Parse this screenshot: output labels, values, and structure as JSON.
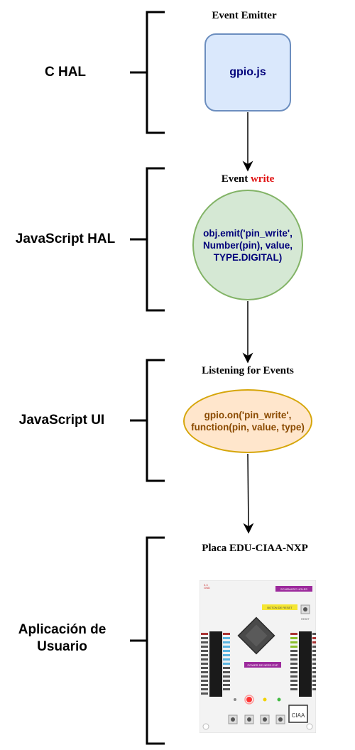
{
  "layers": {
    "c_hal": "C HAL",
    "js_hal": "JavaScript HAL",
    "js_ui": "JavaScript UI",
    "app_line1": "Aplicación de",
    "app_line2": "Usuario"
  },
  "titles": {
    "event_emitter": "Event Emitter",
    "event_prefix": "Event",
    "event_word": "write",
    "listening": "Listening for Events",
    "board": "Placa EDU-CIAA-NXP"
  },
  "nodes": {
    "gpio": "gpio.js",
    "emit_line1": "obj.emit('pin_write',",
    "emit_line2": "Number(pin), value,",
    "emit_line3": "TYPE.DIGITAL)",
    "on_line1": "gpio.on('pin_write',",
    "on_line2": "function(pin, value, type)"
  },
  "colors": {
    "rect_fill": "#dae8fc",
    "rect_stroke": "#6c8ebf",
    "circle_fill": "#d5e8d4",
    "circle_stroke": "#82b366",
    "ellipse_fill": "#ffe6cc",
    "ellipse_stroke": "#d6a60a",
    "highlight_word": "#e01010"
  },
  "board": {
    "ciaa_label": "CIAA",
    "tag_top": "SCHEMATIC HOLES",
    "tag_reset": "BOTON DE RESET",
    "tag_power": "POWER DE NEED EXP",
    "reset_label": "RESET"
  }
}
